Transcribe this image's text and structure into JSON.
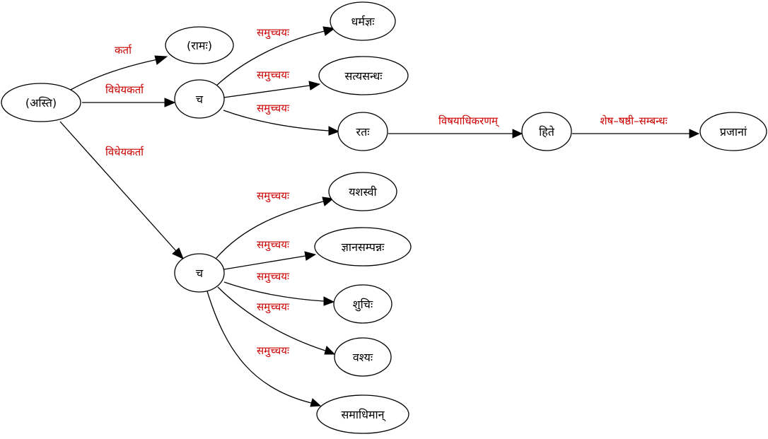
{
  "diagram": {
    "label_color": "#cc0000",
    "nodes": [
      {
        "id": "asti",
        "label": "(अस्ति)"
      },
      {
        "id": "ramah",
        "label": "(रामः)"
      },
      {
        "id": "cha1",
        "label": "च"
      },
      {
        "id": "cha2",
        "label": "च"
      },
      {
        "id": "dharmajnah",
        "label": "धर्मज्ञः"
      },
      {
        "id": "satyasandhah",
        "label": "सत्यसन्धः"
      },
      {
        "id": "ratah",
        "label": "रतः"
      },
      {
        "id": "hite",
        "label": "हिते"
      },
      {
        "id": "prajanam",
        "label": "प्रजानां"
      },
      {
        "id": "yashasvi",
        "label": "यशस्वी"
      },
      {
        "id": "jnanasampannah",
        "label": "ज्ञानसम्पन्नः"
      },
      {
        "id": "shuchih",
        "label": "शुचिः"
      },
      {
        "id": "vashyah",
        "label": "वश्यः"
      },
      {
        "id": "samadhiman",
        "label": "समाधिमान्"
      }
    ],
    "edges": [
      {
        "from": "asti",
        "to": "ramah",
        "label": "कर्ता"
      },
      {
        "from": "asti",
        "to": "cha1",
        "label": "विधेयकर्ता"
      },
      {
        "from": "asti",
        "to": "cha2",
        "label": "विधेयकर्ता"
      },
      {
        "from": "cha1",
        "to": "dharmajnah",
        "label": "समुच्चयः"
      },
      {
        "from": "cha1",
        "to": "satyasandhah",
        "label": "समुच्चयः"
      },
      {
        "from": "cha1",
        "to": "ratah",
        "label": "समुच्चयः"
      },
      {
        "from": "ratah",
        "to": "hite",
        "label": "विषयाधिकरणम्"
      },
      {
        "from": "hite",
        "to": "prajanam",
        "label": "शेष–षष्ठी–सम्बन्धः"
      },
      {
        "from": "cha2",
        "to": "yashasvi",
        "label": "समुच्चयः"
      },
      {
        "from": "cha2",
        "to": "jnanasampannah",
        "label": "समुच्चयः"
      },
      {
        "from": "cha2",
        "to": "shuchih",
        "label": "समुच्चयः"
      },
      {
        "from": "cha2",
        "to": "vashyah",
        "label": "समुच्चयः"
      },
      {
        "from": "cha2",
        "to": "samadhiman",
        "label": "समुच्चयः"
      }
    ]
  }
}
